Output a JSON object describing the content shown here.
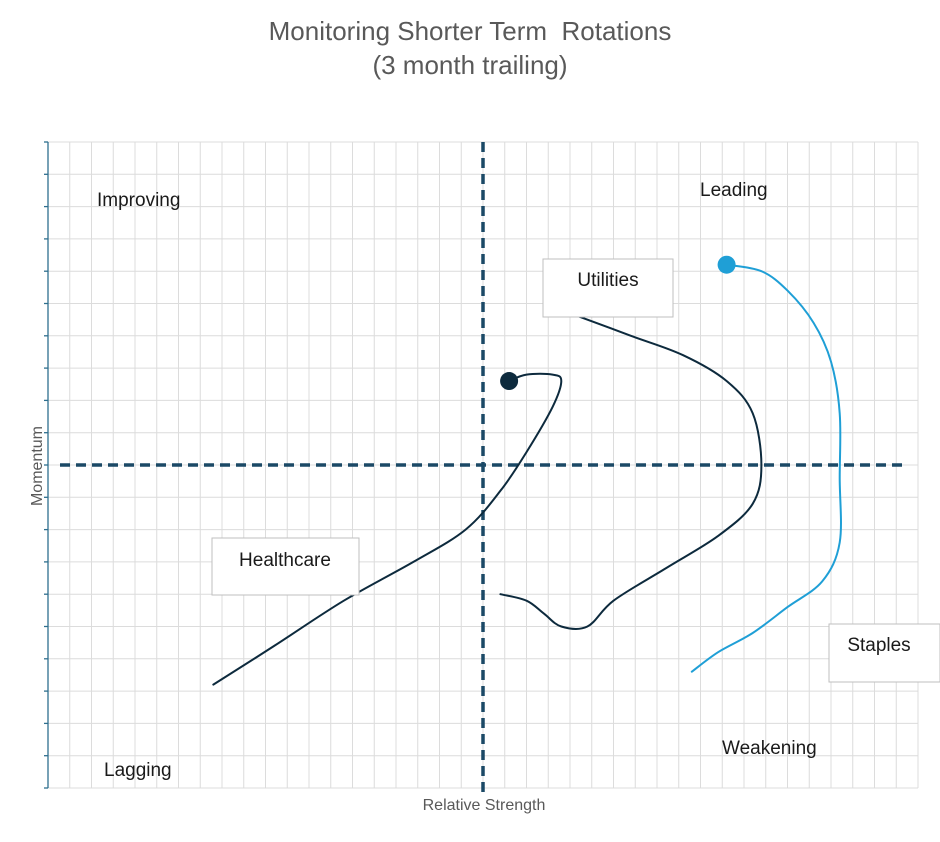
{
  "chart_data": {
    "type": "line",
    "title": "Monitoring Shorter Term  Rotations",
    "subtitle": "(3 month trailing)",
    "xlabel": "Relative Strength",
    "ylabel": "Momentum",
    "quadrants": {
      "top_left": "Improving",
      "top_right": "Leading",
      "bottom_left": "Lagging",
      "bottom_right": "Weakening"
    },
    "grid": true,
    "xlim": [
      0,
      100
    ],
    "ylim": [
      0,
      100
    ],
    "center": {
      "x": 50,
      "y": 50
    },
    "series": [
      {
        "name": "Healthcare",
        "color": "#0d2a3d",
        "end_marker": true,
        "points": [
          [
            19,
            16
          ],
          [
            26,
            22
          ],
          [
            34,
            29
          ],
          [
            42,
            35
          ],
          [
            48,
            40
          ],
          [
            52,
            46
          ],
          [
            55,
            52
          ],
          [
            58,
            59
          ],
          [
            59,
            63
          ],
          [
            58,
            64
          ],
          [
            55,
            64
          ],
          [
            53,
            63
          ]
        ]
      },
      {
        "name": "Utilities",
        "color": "#0d2a3d",
        "end_marker": false,
        "points": [
          [
            61,
            73
          ],
          [
            67,
            70
          ],
          [
            73,
            67
          ],
          [
            78,
            63
          ],
          [
            81,
            58
          ],
          [
            82,
            50
          ],
          [
            81,
            44
          ],
          [
            77,
            39
          ],
          [
            71,
            34
          ],
          [
            65,
            29
          ],
          [
            62,
            25
          ],
          [
            59,
            25
          ],
          [
            57,
            27
          ],
          [
            55,
            29
          ],
          [
            52,
            30
          ]
        ]
      },
      {
        "name": "Staples",
        "color": "#1f9fd6",
        "end_marker": true,
        "points": [
          [
            74,
            18
          ],
          [
            77,
            21
          ],
          [
            81,
            24
          ],
          [
            85,
            28
          ],
          [
            89,
            32
          ],
          [
            91,
            38
          ],
          [
            91,
            48
          ],
          [
            91,
            58
          ],
          [
            90,
            66
          ],
          [
            88,
            72
          ],
          [
            85,
            77
          ],
          [
            82,
            80
          ],
          [
            78,
            81
          ]
        ]
      }
    ]
  }
}
